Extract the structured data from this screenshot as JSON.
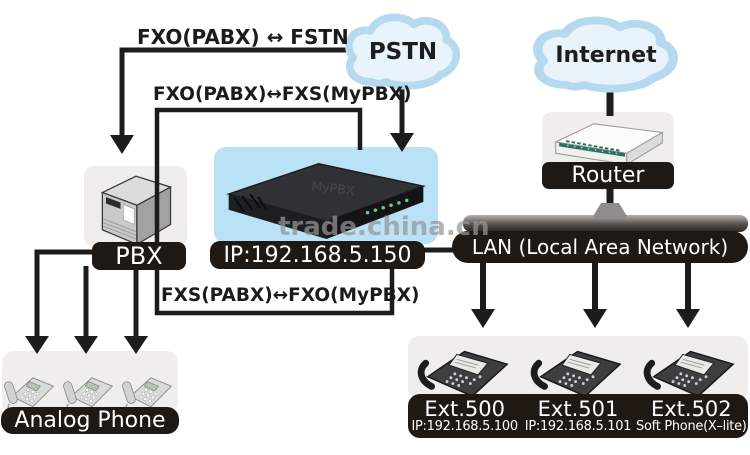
{
  "watermark": "trade.china.cn",
  "connections": {
    "pstn_pbx": "FXO(PABX) ↔ FSTN",
    "pbx_mypbx_fxs": "FXO(PABX)↔FXS(MyPBX)",
    "pbx_mypbx_fxo": "FXS(PABX)↔FXO(MyPBX)"
  },
  "clouds": {
    "pstn": "PSTN",
    "internet": "Internet"
  },
  "devices": {
    "pbx_label": "PBX",
    "mypbx_ip": "IP:192.168.5.150",
    "router_label": "Router",
    "lan_label": "LAN (Local Area Network)",
    "analog_label": "Analog Phone"
  },
  "ip_phones": [
    {
      "ext": "Ext.500",
      "detail": "IP:192.168.5.100"
    },
    {
      "ext": "Ext.501",
      "detail": "IP:192.168.5.101"
    },
    {
      "ext": "Ext.502",
      "detail": "Soft Phone(X–lite)"
    }
  ],
  "colors": {
    "label_bg": "#201813",
    "cloud_stroke": "#b5d9ee",
    "cloud_fill": "#e9f3fb",
    "mypbx_bg": "#b9e2f6",
    "device_bg": "#efeeec",
    "line": "#1c1c1c"
  }
}
